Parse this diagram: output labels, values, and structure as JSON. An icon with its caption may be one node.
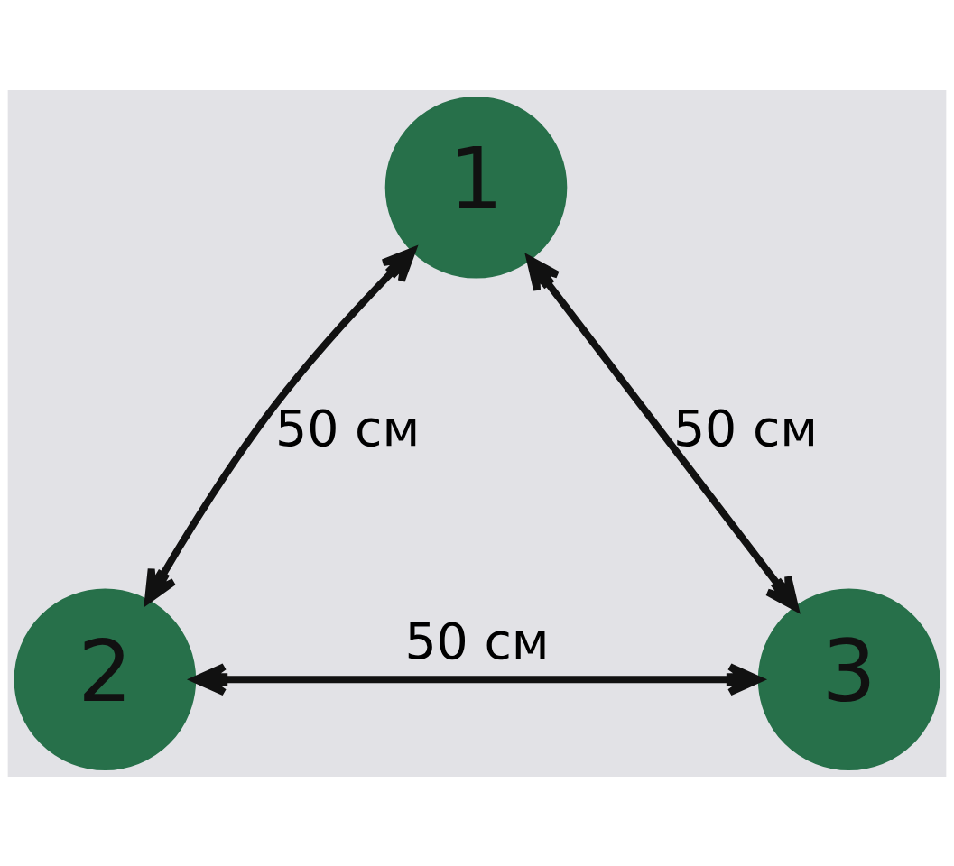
{
  "diagram": {
    "nodes": [
      {
        "text": [
          "1"
        ]
      },
      {
        "text": [
          "2"
        ]
      },
      {
        "text": [
          "3"
        ]
      }
    ],
    "edges": [
      {
        "from": 0,
        "to": 1,
        "arrow": "both",
        "label": "50 см"
      },
      {
        "from": 0,
        "to": 2,
        "arrow": "both",
        "label": "50 см"
      },
      {
        "from": 1,
        "to": 2,
        "arrow": "both",
        "label": "50 см"
      }
    ]
  }
}
